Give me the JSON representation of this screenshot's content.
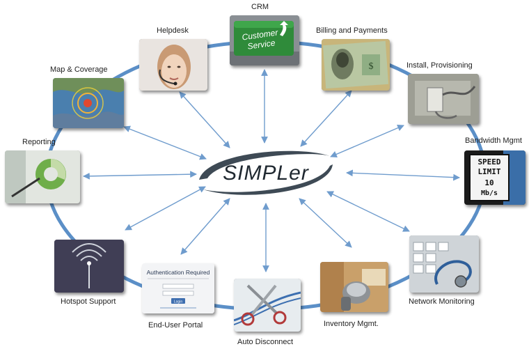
{
  "center": {
    "logo_text": "SIMPLer"
  },
  "modules": [
    {
      "id": "crm",
      "label": "CRM",
      "picture_text": [
        "Customer",
        "Service"
      ]
    },
    {
      "id": "billing",
      "label": "Billing and Payments"
    },
    {
      "id": "install",
      "label": "Install, Provisioning"
    },
    {
      "id": "bandwidth",
      "label": "Bandwidth Mgmt",
      "picture_text": [
        "SPEED",
        "LIMIT",
        "10",
        "Mb/s"
      ]
    },
    {
      "id": "network",
      "label": "Network Monitoring"
    },
    {
      "id": "inventory",
      "label": "Inventory Mgmt."
    },
    {
      "id": "disconnect",
      "label": "Auto Disconnect"
    },
    {
      "id": "portal",
      "label": "End-User Portal",
      "picture_text": [
        "Authentication Required",
        "Login"
      ]
    },
    {
      "id": "hotspot",
      "label": "Hotspot Support"
    },
    {
      "id": "reporting",
      "label": "Reporting"
    },
    {
      "id": "map",
      "label": "Map & Coverage"
    },
    {
      "id": "helpdesk",
      "label": "Helpdesk"
    }
  ],
  "colors": {
    "ring": "#5b8fc7",
    "arrow": "#6f9ccd",
    "logo_ring": "#3e4a55",
    "logo_text": "#1f2830"
  }
}
